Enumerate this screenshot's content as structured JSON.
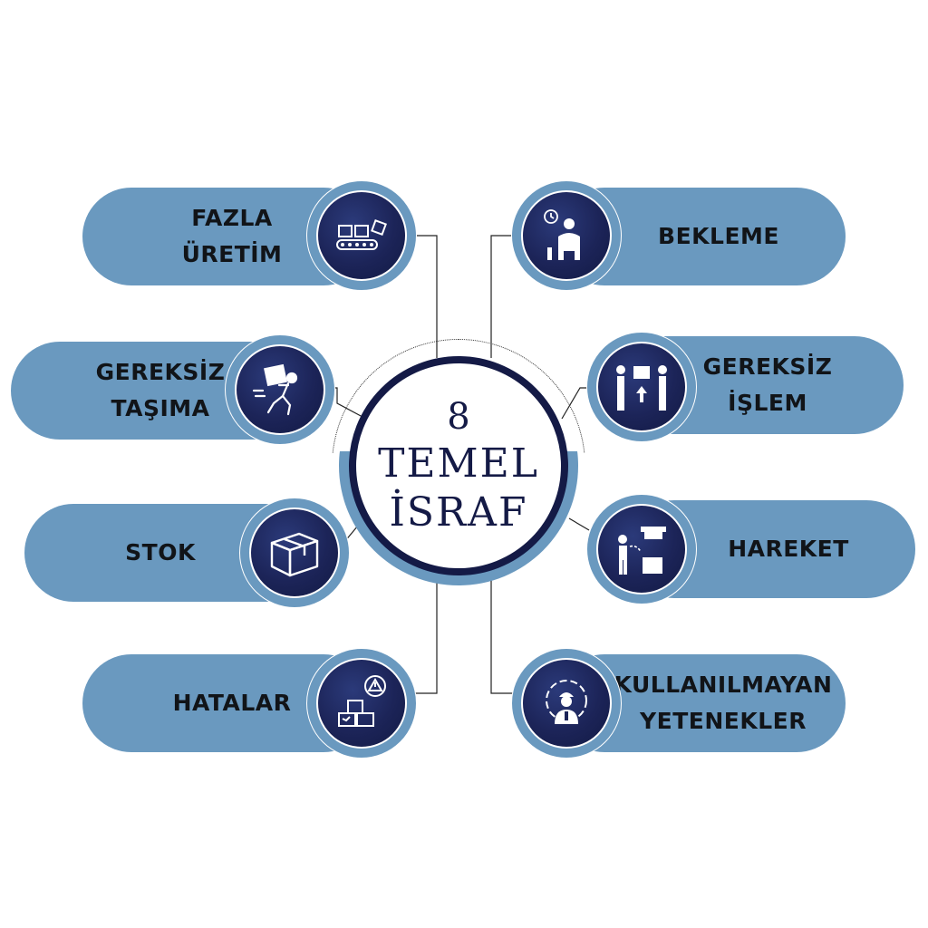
{
  "center": {
    "line1": "8",
    "line2": "TEMEL",
    "line3": "İSRAF"
  },
  "items": {
    "fazla_uretim": {
      "line1": "FAZLA",
      "line2": "ÜRETİM",
      "icon": "conveyor-belt-icon"
    },
    "gereksiz_tasima": {
      "line1": "GEREKSİZ",
      "line2": "TAŞIMA",
      "icon": "person-carrying-box-icon"
    },
    "stok": {
      "line1": "STOK",
      "icon": "box-icon"
    },
    "hatalar": {
      "line1": "HATALAR",
      "icon": "damaged-boxes-warning-icon"
    },
    "bekleme": {
      "line1": "BEKLEME",
      "icon": "waiting-person-clock-icon"
    },
    "gereksiz_islem": {
      "line1": "GEREKSİZ",
      "line2": "İŞLEM",
      "icon": "two-people-box-icon"
    },
    "hareket": {
      "line1": "HAREKET",
      "icon": "worker-packing-icon"
    },
    "kullanilmayan_yetenekler": {
      "line1": "KULLANILMAYAN",
      "line2": "YETENEKLER",
      "icon": "worker-gear-icon"
    }
  },
  "colors": {
    "pill": "#6a99bf",
    "navy": "#141a46",
    "icon_disc": "#1c2458"
  }
}
